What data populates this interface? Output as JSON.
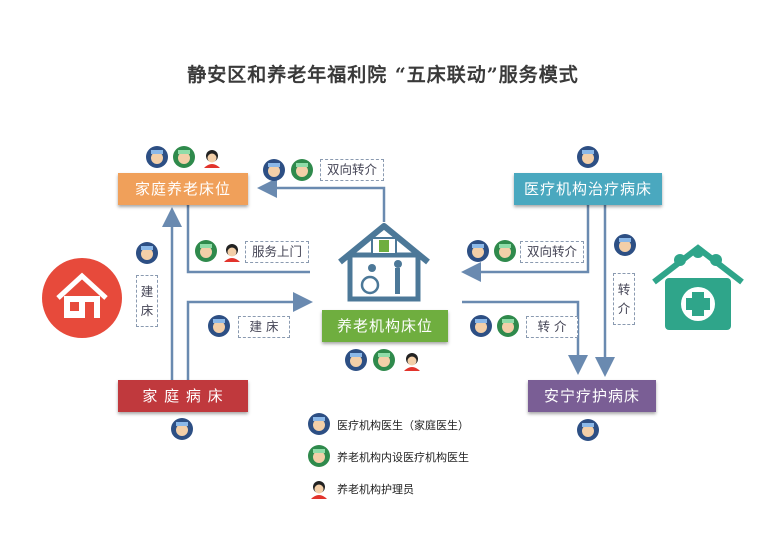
{
  "title": "静安区和养老年福利院  “五床联动”服务模式",
  "nodes": {
    "family_bed": "家庭养老床位",
    "medical_bed": "医疗机构治疗病床",
    "home_bed": "家 庭 病 床",
    "hospice_bed": "安宁疗护病床",
    "center_bed": "养老机构床位"
  },
  "tags": {
    "referral_top_left": "双向转介",
    "home_service": "服务上门",
    "build_right": "建 床",
    "referral_right": "双向转介",
    "transfer_right": "转 介",
    "build_vertical": [
      "建",
      "床"
    ],
    "transfer_vertical": [
      "转",
      "介"
    ]
  },
  "legend": [
    {
      "label": "医疗机构医生（家庭医生）",
      "icon": "doctor-blue-icon"
    },
    {
      "label": "养老机构内设医疗机构医生",
      "icon": "doctor-green-icon"
    },
    {
      "label": "养老机构护理员",
      "icon": "nurse-icon"
    }
  ],
  "colors": {
    "family_bed": "#f0a05a",
    "medical_bed": "#4aa8bf",
    "home_bed": "#c0393d",
    "hospice_bed": "#7a5e95",
    "center_bed": "#6fae3f",
    "arrow": "#6a8ab0",
    "house_icon": "#4c7898",
    "home_circle": "#e74a3b",
    "hospital_icon": "#2fa58a"
  }
}
